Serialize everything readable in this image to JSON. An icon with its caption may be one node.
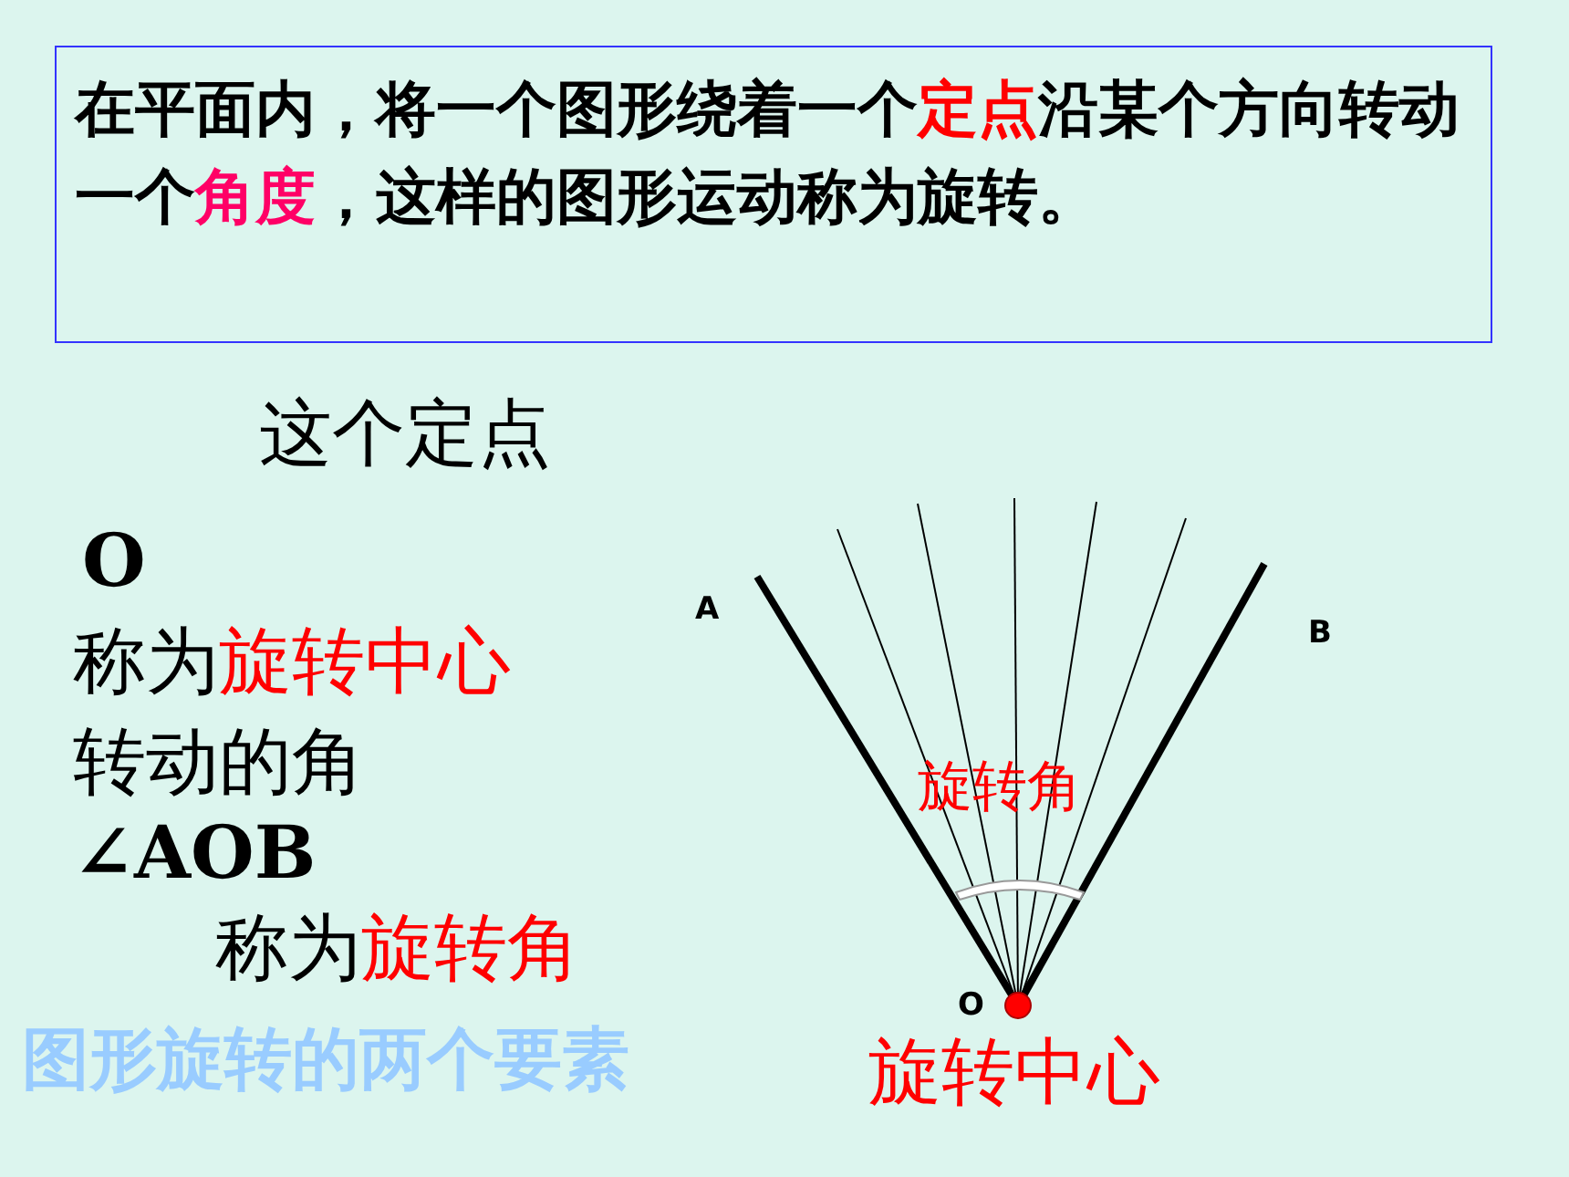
{
  "diagram": {
    "nodes": [
      {
        "text": [
          "在平面内，将一个图形绕着一个**定点**沿某个方向转动一个**角度**，这样的图形运动称为旋转。"
        ]
      }
    ],
    "labels": [
      "这个定点",
      "O",
      "称为**旋转中心**",
      "转动的角",
      "∠AOB",
      "称为**旋转角**",
      "图形旋转的两个要素",
      "A",
      "B",
      "旋转角",
      "O",
      "旋转中心"
    ]
  }
}
